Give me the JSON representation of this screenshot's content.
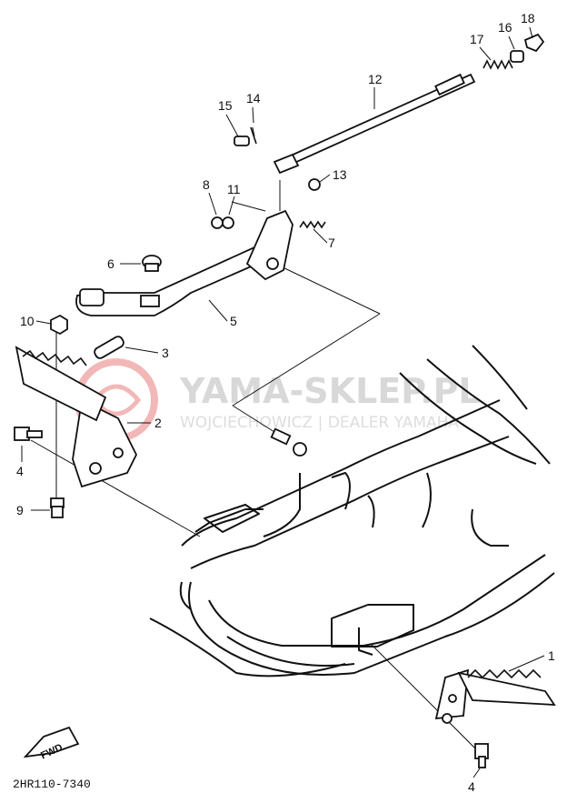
{
  "watermark": {
    "title": "YAMA-SKLEP.PL",
    "subtitle": "WOJCIECHOWICZ | DEALER YAMAHA"
  },
  "callouts": [
    "1",
    "2",
    "3",
    "4",
    "4",
    "5",
    "6",
    "7",
    "8",
    "9",
    "10",
    "11",
    "12",
    "13",
    "14",
    "15",
    "16",
    "17",
    "18"
  ],
  "fwd_label": "FWD",
  "diagram_code": "2HR110-7340",
  "colors": {
    "ink": "#111111",
    "watermark": "#d8d8d8",
    "logo": "#f2b8b8"
  }
}
